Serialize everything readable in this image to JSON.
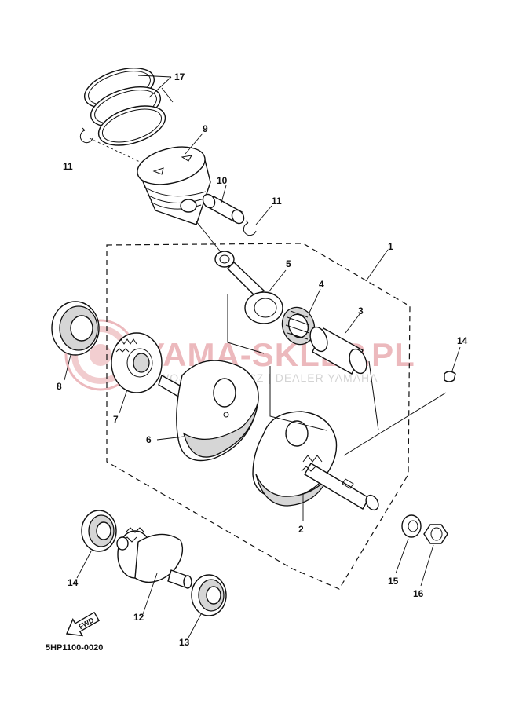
{
  "diagram": {
    "code": "5HP1100-0020",
    "fwd_label": "FWD",
    "callouts": [
      "1",
      "2",
      "3",
      "4",
      "5",
      "6",
      "7",
      "8",
      "9",
      "10",
      "11",
      "11",
      "12",
      "13",
      "14",
      "14",
      "15",
      "16",
      "17"
    ]
  },
  "watermark": {
    "title": "YAMA-SKLEP.PL",
    "subtitle": "WOJCIECHOWICZ | DEALER YAMAHA",
    "accent": "#e8a8ad"
  }
}
